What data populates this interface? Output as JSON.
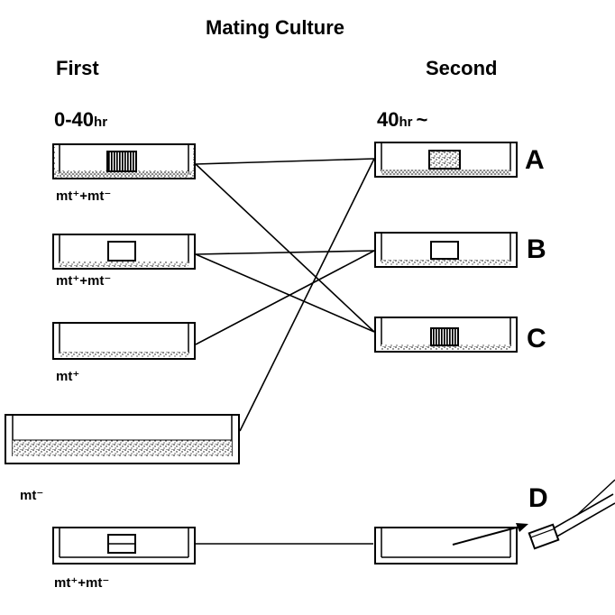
{
  "title": "Mating Culture",
  "columns": {
    "first": {
      "header": "First",
      "time": "0-40",
      "time_unit": "hr"
    },
    "second": {
      "header": "Second",
      "time": "40",
      "time_unit": "hr",
      "time_suffix": "~"
    }
  },
  "first_dishes": [
    {
      "id": "first-1",
      "label": "mt⁺+mt⁻",
      "block": "striped"
    },
    {
      "id": "first-2",
      "label": "mt⁺+mt⁻",
      "block": "empty"
    },
    {
      "id": "first-3",
      "label": "mt⁺",
      "block": "none"
    },
    {
      "id": "first-4",
      "label": "mt⁻",
      "block": "none"
    },
    {
      "id": "first-5",
      "label": "mt⁺+mt⁻",
      "block": "empty"
    }
  ],
  "second_dishes": [
    {
      "id": "A",
      "letter": "A",
      "block": "stippled"
    },
    {
      "id": "B",
      "letter": "B",
      "block": "empty"
    },
    {
      "id": "C",
      "letter": "C",
      "block": "striped"
    },
    {
      "id": "D",
      "letter": "D",
      "block": "none"
    }
  ],
  "colors": {
    "ink": "#000000",
    "paper": "#ffffff"
  },
  "icons": [
    "petri-dish",
    "agar-block",
    "forceps-icon",
    "arrow-icon"
  ]
}
